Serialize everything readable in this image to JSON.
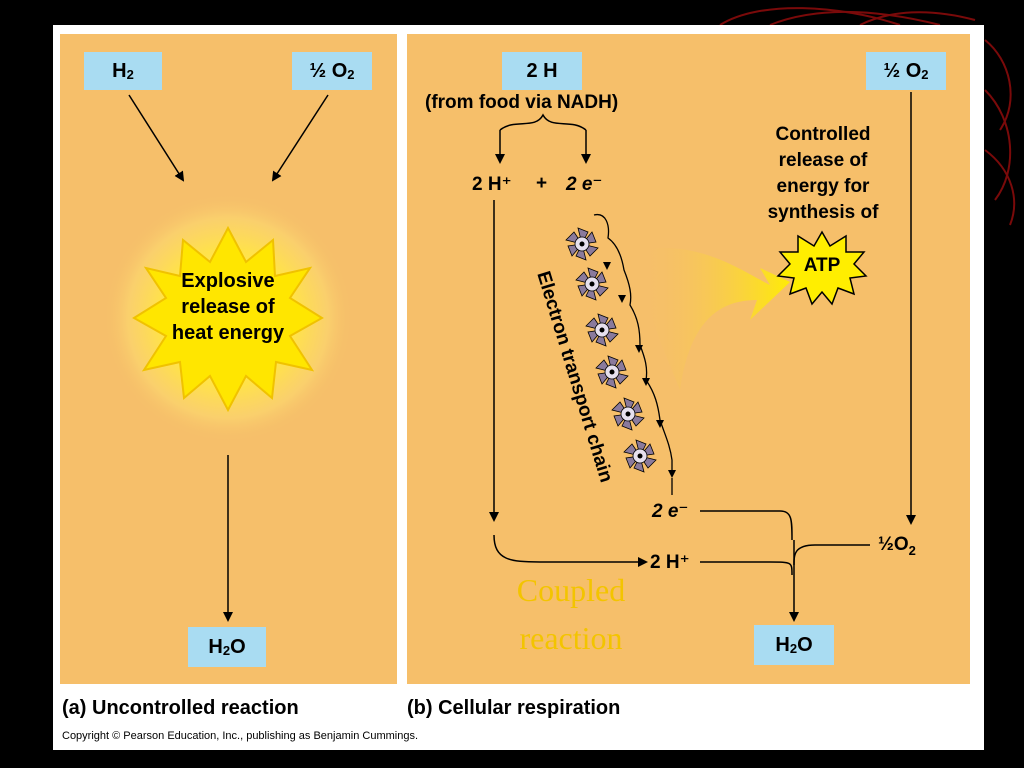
{
  "panel_a": {
    "h2_label": "H",
    "h2_sub": "2",
    "o2_label": "½ O",
    "o2_sub": "2",
    "explosion_text": "Explosive release of heat energy",
    "water_label": "H",
    "water_sub": "2",
    "water_tail": "O",
    "caption": "(a) Uncontrolled reaction"
  },
  "panel_b": {
    "h_label": "2 H",
    "food_note": "(from food via NADH)",
    "protons": "2 H⁺",
    "plus": "+",
    "electrons": "2 e⁻",
    "controlled_text": "Controlled release of energy for synthesis of",
    "atp": "ATP",
    "o2_label": "½ O",
    "o2_sub": "2",
    "etc_label": "Electron transport chain",
    "electrons_out": "2 e⁻",
    "protons_out": "2 H⁺",
    "o2_half": "½O",
    "o2_half_sub": "2",
    "water_label": "H",
    "water_sub": "2",
    "water_tail": "O",
    "coupled_note": "Coupled reaction",
    "caption": "(b) Cellular respiration"
  },
  "copyright": "Copyright © Pearson Education, Inc., publishing as Benjamin Cummings.",
  "colors": {
    "panel_bg": "#f6bf6a",
    "label_box": "#a9dcf2",
    "explosion_core": "#ffe600",
    "coupled_note": "#f3c400"
  },
  "icons": {
    "carrier": "protein-carrier-pinwheel-icon",
    "atp": "atp-starburst-icon"
  }
}
